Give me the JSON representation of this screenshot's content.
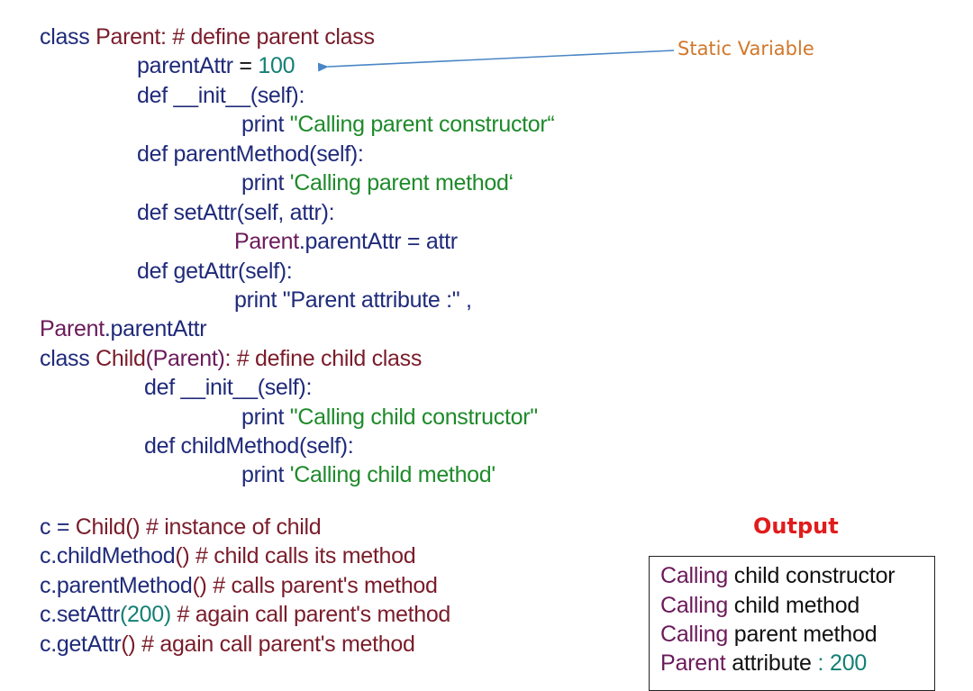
{
  "code": {
    "l1": {
      "kw": "class ",
      "name": "Parent",
      "rest": ": # define parent class"
    },
    "l2": {
      "a": "parentAttr",
      "b": " = ",
      "c": "100"
    },
    "l3": {
      "a": "def __init__",
      "b": "(self):"
    },
    "l4": {
      "a": "print ",
      "b": "\"Calling parent constructor“"
    },
    "l5": {
      "a": "def parentMethod",
      "b": "(self):"
    },
    "l6": {
      "a": "print ",
      "b": "'Calling parent method‘"
    },
    "l7": {
      "a": "def setAttr",
      "b": "(self, attr):"
    },
    "l8": {
      "a": "Parent",
      "b": ".parentAttr = attr"
    },
    "l9": {
      "a": "def getAttr",
      "b": "(self):"
    },
    "l10": {
      "a": "print ",
      "b": "\"Parent attribute :\" ,"
    },
    "l11": {
      "a": "Parent",
      "b": ".parentAttr"
    },
    "l12": {
      "kw": "class ",
      "name": "Child",
      "p": "(Parent)",
      "rest": ": # define child class"
    },
    "l13": {
      "a": "def __init__",
      "b": "(self):"
    },
    "l14": {
      "a": "print ",
      "b": "\"Calling child constructor\""
    },
    "l15": {
      "a": "def childMethod",
      "b": "(self):"
    },
    "l16": {
      "a": "print ",
      "b": "'Calling child method'"
    },
    "l17": {
      "a": "c = ",
      "b": "Child() # instance of child"
    },
    "l18": {
      "a": "c.childMethod",
      "b": "() # child calls its method"
    },
    "l19": {
      "a": "c.parentMethod",
      "b": "() # calls parent's method"
    },
    "l20": {
      "a": "c.setAttr",
      "b": "(200)",
      "c": " # again call parent's method"
    },
    "l21": {
      "a": "c.getAttr",
      "b": "() # again call parent's method"
    }
  },
  "annotation": {
    "label": "Static Variable"
  },
  "output": {
    "title": "Output",
    "lines": [
      {
        "a": "Calling",
        "b": " child constructor"
      },
      {
        "a": "Calling",
        "b": " child method"
      },
      {
        "a": "Calling",
        "b": " parent method"
      },
      {
        "a": "Parent",
        "b": " attribute",
        "c": " : 200"
      }
    ]
  },
  "colors": {
    "keyword": "#1f2a7a",
    "comment": "#7a1c2a",
    "string": "#1e8a2a",
    "number": "#138075",
    "annotation": "#d2772a",
    "output_title": "#e11c1c",
    "arrow": "#4a86c5"
  }
}
